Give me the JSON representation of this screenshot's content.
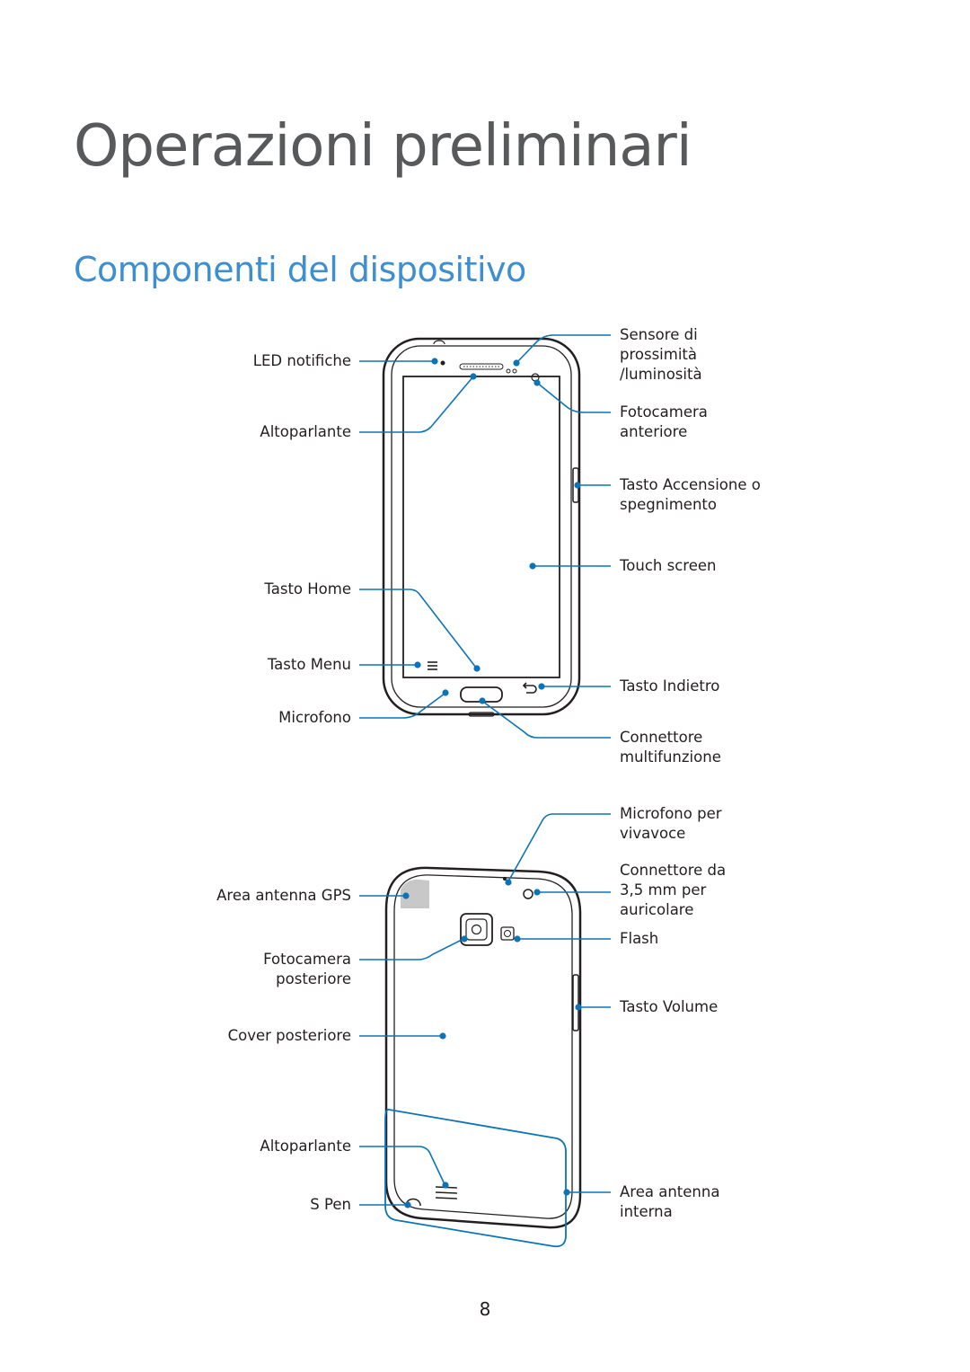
{
  "page": {
    "title": "Operazioni preliminari",
    "section_title": "Componenti del dispositivo",
    "page_number": "8"
  },
  "front_labels": {
    "led": "LED notifiche",
    "speaker": "Altoparlante",
    "home": "Tasto Home",
    "menu": "Tasto Menu",
    "mic": "Microfono",
    "proximity": "Sensore di\nprossimità\n/luminosità",
    "front_camera": "Fotocamera\nanteriore",
    "power": "Tasto Accensione o\nspegnimento",
    "touch": "Touch screen",
    "back_key": "Tasto Indietro",
    "connector": "Connettore\nmultifunzione"
  },
  "back_labels": {
    "gps": "Area antenna GPS",
    "rear_camera": "Fotocamera\nposteriore",
    "cover": "Cover posteriore",
    "speaker": "Altoparlante",
    "spen": "S Pen",
    "mic_speaker": "Microfono per\nvivavoce",
    "jack": "Connettore da\n3,5 mm per\nauricolare",
    "flash": "Flash",
    "volume": "Tasto Volume",
    "antenna": "Area antenna\ninterna"
  },
  "colors": {
    "heading_gray": "#58595b",
    "heading_blue": "#3d8fd1",
    "callout_blue": "#0b74b8",
    "outline": "#231f20"
  }
}
